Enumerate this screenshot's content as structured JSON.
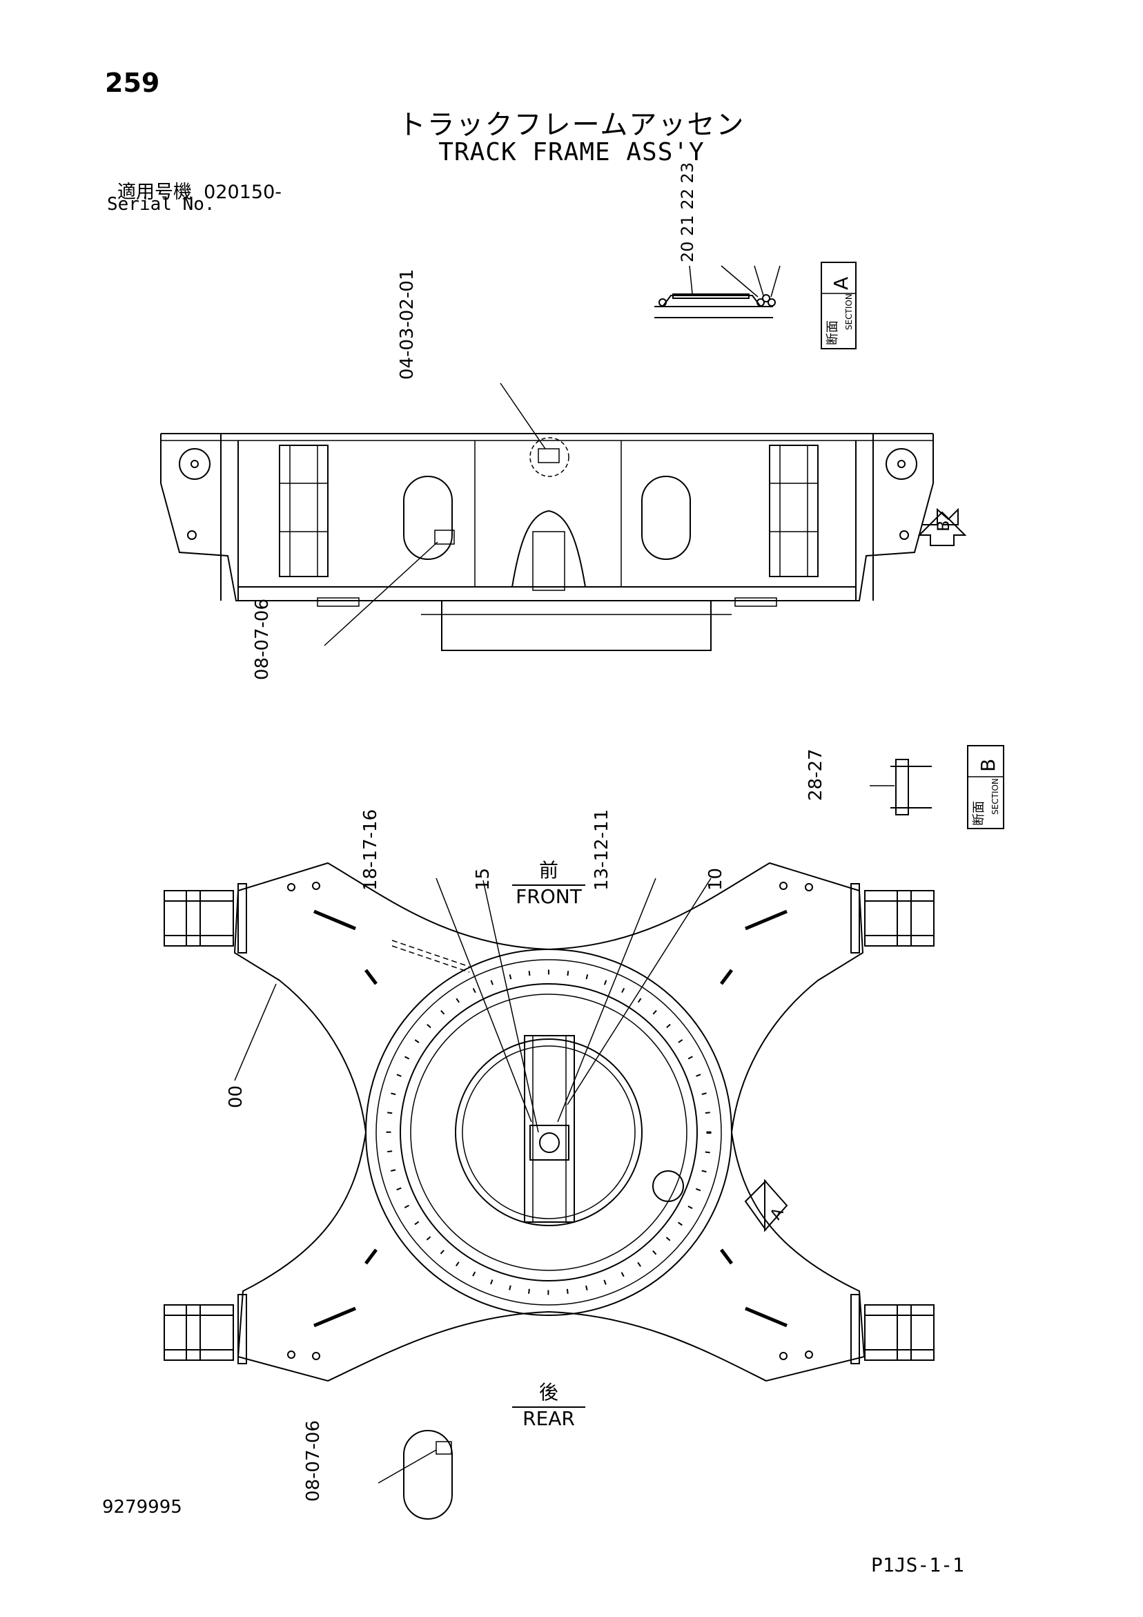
{
  "header": {
    "page_number": "259",
    "title_ja": "トラックフレームアッセン",
    "title_en": "TRACK FRAME ASS'Y",
    "serial_label_ja": "適用号機",
    "serial_value": "020150-",
    "serial_label_en": "Serial No."
  },
  "callouts": {
    "section_a_parts": "20 21 22 23",
    "side_view_top": "04-03-02-01",
    "side_view_bottom": "08-07-06",
    "section_b_parts": "28-27",
    "plan_left_group": "18-17-16",
    "plan_15": "15",
    "plan_right_group": "13-12-11",
    "plan_10": "10",
    "plan_00": "00",
    "detail_bottom": "08-07-06",
    "view_arrow_b": "B",
    "view_arrow_a": "A"
  },
  "sections": {
    "a": {
      "ja": "断面",
      "en": "SECTION",
      "letter": "A"
    },
    "b": {
      "ja": "断面",
      "en": "SECTION",
      "letter": "B"
    }
  },
  "orientation": {
    "front_ja": "前",
    "front_en": "FRONT",
    "rear_ja": "後",
    "rear_en": "REAR"
  },
  "footer": {
    "drawing_number": "9279995",
    "page_code": "P1JS-1-1"
  }
}
